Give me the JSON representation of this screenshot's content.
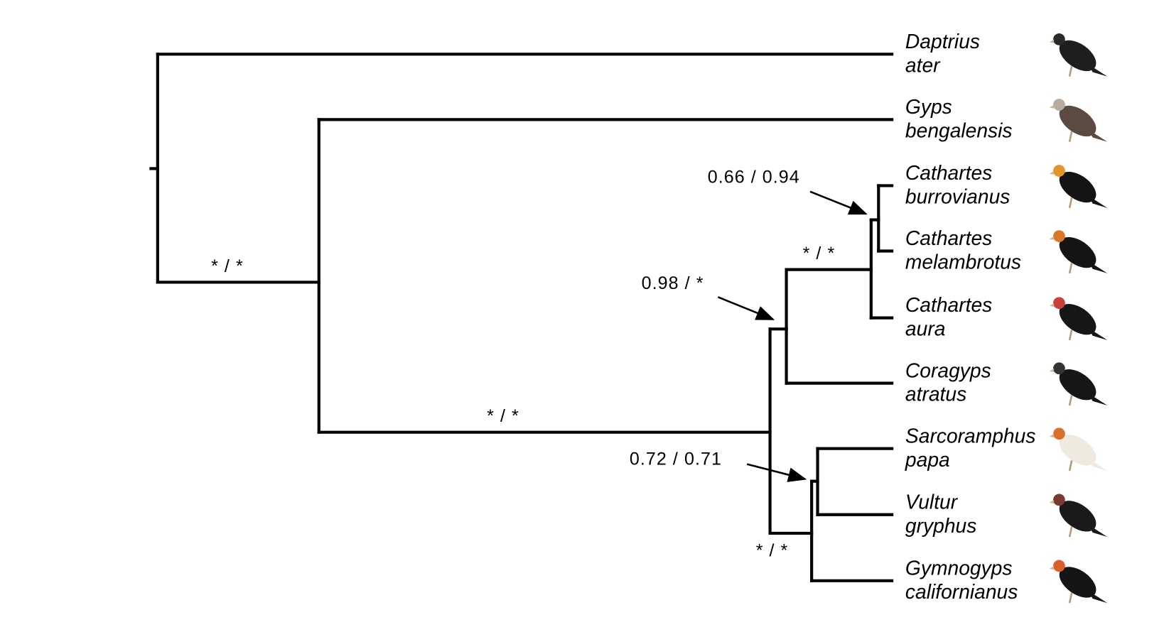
{
  "taxa": [
    {
      "genus": "Daptrius",
      "species": "ater",
      "head": "#2a2a2a",
      "body": "#1e1e1e"
    },
    {
      "genus": "Gyps",
      "species": "bengalensis",
      "head": "#b8aca0",
      "body": "#5a4a40"
    },
    {
      "genus": "Cathartes",
      "species": "burrovianus",
      "head": "#e0962a",
      "body": "#141414"
    },
    {
      "genus": "Cathartes",
      "species": "melambrotus",
      "head": "#d9782a",
      "body": "#141414"
    },
    {
      "genus": "Cathartes",
      "species": "aura",
      "head": "#c9403a",
      "body": "#161616"
    },
    {
      "genus": "Coragyps",
      "species": "atratus",
      "head": "#333333",
      "body": "#161616"
    },
    {
      "genus": "Sarcoramphus",
      "species": "papa",
      "head": "#d8702a",
      "body": "#eeeae0"
    },
    {
      "genus": "Vultur",
      "species": "gryphus",
      "head": "#7a3a30",
      "body": "#1a1a1a"
    },
    {
      "genus": "Gymnogyps",
      "species": "californianus",
      "head": "#d8602a",
      "body": "#151515"
    }
  ],
  "support": {
    "basal_branch": "* / *",
    "cathartid_branch": "* / *",
    "cathartes_burro_melam": "0.66 / 0.94",
    "cathartes_clade": "* / *",
    "cathartes_coragyps": "0.98 / *",
    "sarco_vultur": "0.72 / 0.71",
    "condor_clade": "* / *"
  }
}
